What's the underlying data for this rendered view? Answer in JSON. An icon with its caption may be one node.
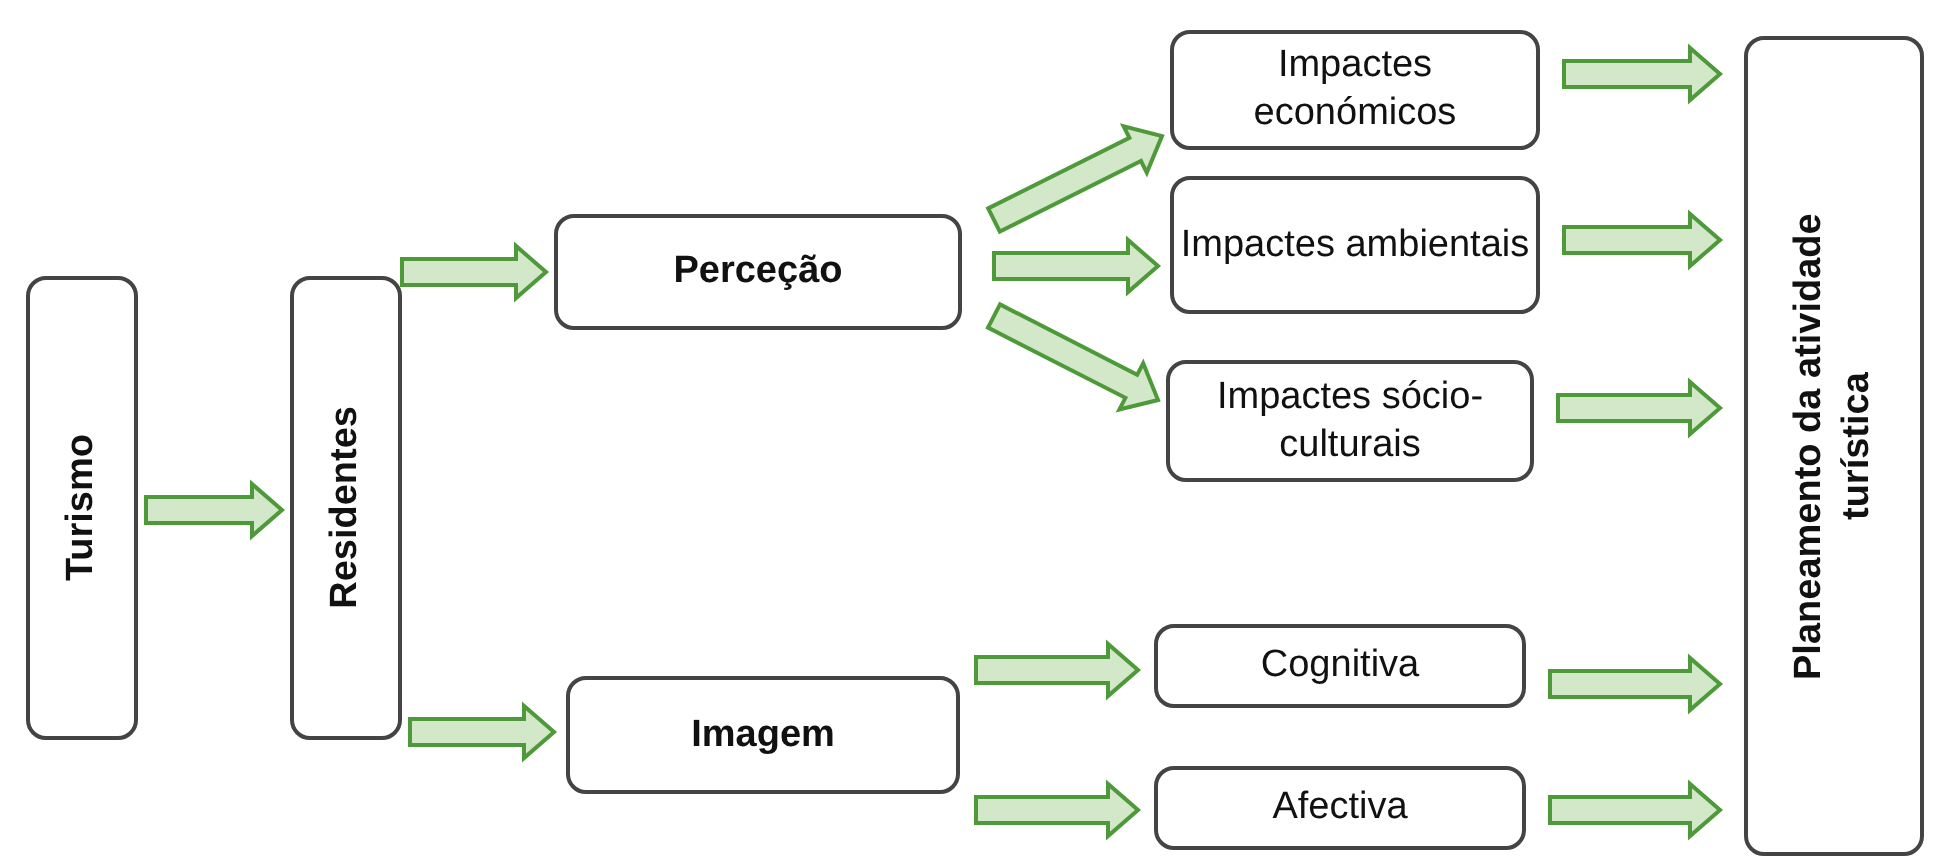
{
  "diagram": {
    "nodes": [
      {
        "text": [
          "Turismo"
        ]
      },
      {
        "text": [
          "Residentes"
        ]
      },
      {
        "text": [
          "Perceção"
        ]
      },
      {
        "text": [
          "Imagem"
        ]
      },
      {
        "text": [
          "Impactes económicos"
        ]
      },
      {
        "text": [
          "Impactes ambientais"
        ]
      },
      {
        "text": [
          "Impactes sócio-culturais"
        ]
      },
      {
        "text": [
          "Cognitiva"
        ]
      },
      {
        "text": [
          "Afectiva"
        ]
      },
      {
        "text": [
          "Planeamento da atividade turística"
        ]
      }
    ],
    "edges": [
      {
        "from": 0,
        "to": 1,
        "arrow": "to"
      },
      {
        "from": 1,
        "to": 2,
        "arrow": "to"
      },
      {
        "from": 1,
        "to": 3,
        "arrow": "to"
      },
      {
        "from": 2,
        "to": 4,
        "arrow": "to"
      },
      {
        "from": 2,
        "to": 5,
        "arrow": "to"
      },
      {
        "from": 2,
        "to": 6,
        "arrow": "to"
      },
      {
        "from": 3,
        "to": 7,
        "arrow": "to"
      },
      {
        "from": 3,
        "to": 8,
        "arrow": "to"
      },
      {
        "from": 4,
        "to": 9,
        "arrow": "to"
      },
      {
        "from": 5,
        "to": 9,
        "arrow": "to"
      },
      {
        "from": 6,
        "to": 9,
        "arrow": "to"
      },
      {
        "from": 7,
        "to": 9,
        "arrow": "to"
      },
      {
        "from": 8,
        "to": 9,
        "arrow": "to"
      }
    ]
  }
}
